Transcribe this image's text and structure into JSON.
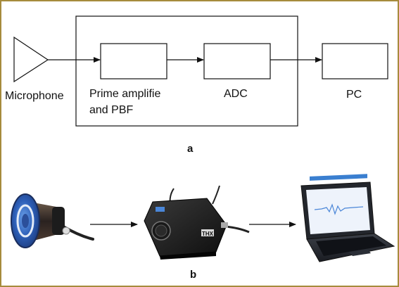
{
  "diagram": {
    "nodes": {
      "microphone": "Microphone",
      "amplifier_line1": "Prime amplifie",
      "amplifier_line2": "and PBF",
      "adc": "ADC",
      "pc": "PC"
    },
    "panel_a_label": "a",
    "panel_b_label": "b",
    "photo_badges": {
      "interface_brand": "THX"
    }
  },
  "colors": {
    "frame_border": "#a68b3c",
    "line": "#111111",
    "laptop_screen": "#3a7fd0"
  }
}
